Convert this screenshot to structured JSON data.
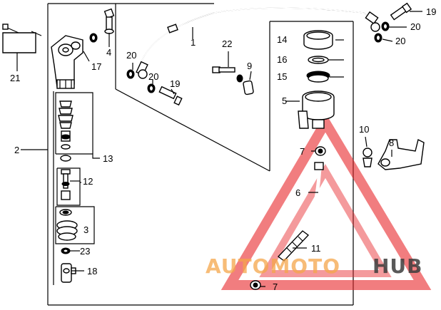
{
  "diagram": {
    "labels": {
      "l1": "1",
      "l2": "2",
      "l3": "3",
      "l4": "4",
      "l5": "5",
      "l6": "6",
      "l7a": "7",
      "l7b": "7",
      "l8": "8",
      "l9": "9",
      "l10": "10",
      "l11": "11",
      "l12": "12",
      "l13": "13",
      "l14": "14",
      "l15": "15",
      "l16": "16",
      "l17": "17",
      "l18": "18",
      "l19a": "19",
      "l19b": "19",
      "l20a": "20",
      "l20b": "20",
      "l20c": "20",
      "l20d": "20",
      "l21": "21",
      "l22": "22",
      "l23": "23"
    }
  },
  "watermark": {
    "text_part1": "AUTOMOTO",
    "text_part2": "HUB",
    "color_accent": "#e8262a",
    "color_orange": "#f4a54a",
    "color_dark": "#3c3c3c"
  }
}
